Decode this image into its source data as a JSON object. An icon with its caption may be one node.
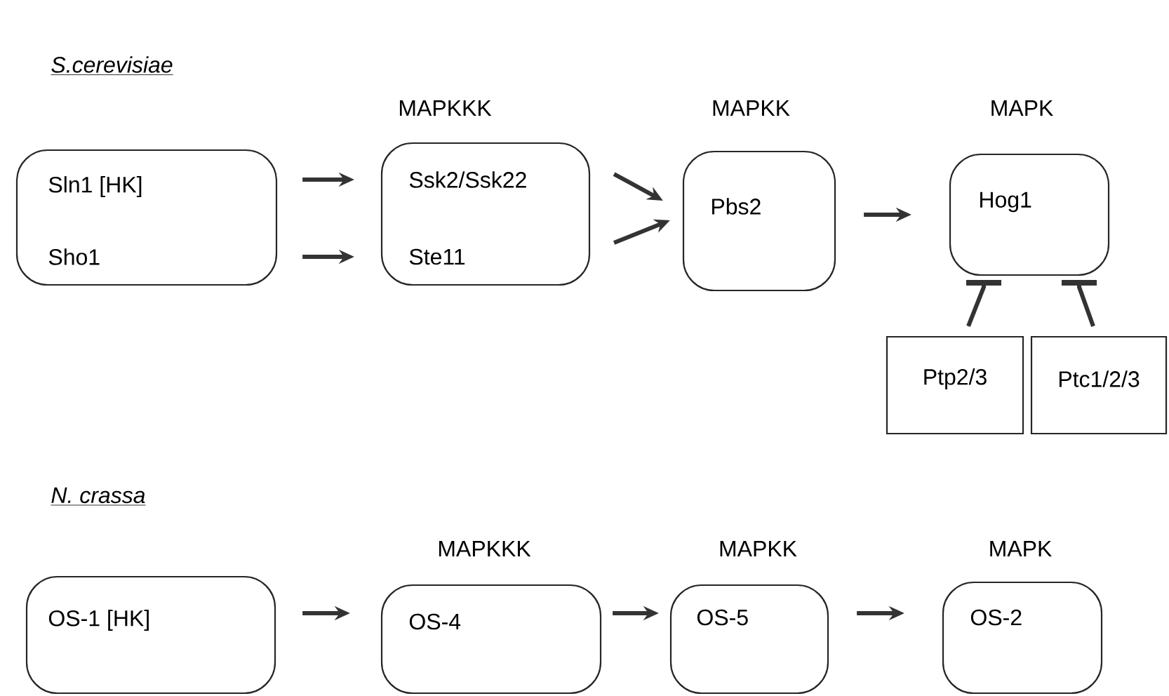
{
  "diagram": {
    "nodes": [
      {
        "text": [
          "Sln1 [HK]",
          "Sho1"
        ]
      },
      {
        "text": [
          "Ssk2/Ssk22",
          "Ste11"
        ]
      },
      {
        "text": [
          "Pbs2"
        ]
      },
      {
        "text": [
          "Hog1"
        ]
      },
      {
        "text": [
          "Ptp2/3"
        ]
      },
      {
        "text": [
          "Ptc1/2/3"
        ]
      },
      {
        "text": [
          "OS-1 [HK]"
        ]
      },
      {
        "text": [
          "OS-4"
        ]
      },
      {
        "text": [
          "OS-5"
        ]
      },
      {
        "text": [
          "OS-2"
        ]
      }
    ],
    "edges": [
      {
        "from": 0,
        "to": 1,
        "arrow": "to"
      },
      {
        "from": 0,
        "to": 1,
        "arrow": "to"
      },
      {
        "from": 1,
        "to": 2,
        "arrow": "to"
      },
      {
        "from": 1,
        "to": 2,
        "arrow": "to"
      },
      {
        "from": 2,
        "to": 3,
        "arrow": "to"
      },
      {
        "from": 4,
        "to": 3,
        "arrow": "other"
      },
      {
        "from": 5,
        "to": 3,
        "arrow": "other"
      },
      {
        "from": 6,
        "to": 7,
        "arrow": "to"
      },
      {
        "from": 7,
        "to": 8,
        "arrow": "to"
      },
      {
        "from": 8,
        "to": 9,
        "arrow": "to"
      }
    ],
    "labels": [
      "*S.cerevisiae*",
      "MAPKKK",
      "MAPKK",
      "MAPK",
      "*N. crassa*",
      "MAPKKK",
      "MAPKK",
      "MAPK"
    ]
  }
}
